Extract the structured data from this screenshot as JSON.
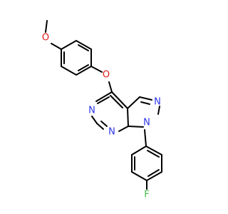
{
  "molecule": {
    "atoms": {
      "methoxy_oxygen": "O",
      "ether_oxygen": "O",
      "pyrimidine_n_top": "N",
      "pyrimidine_n_bottom": "N",
      "pyrazole_n_top": "N",
      "pyrazole_n_bottom": "N",
      "fluorine": "F"
    }
  },
  "colors": {
    "nitrogen": "#2a35e8",
    "oxygen": "#e21a1a",
    "fluorine": "#40c040",
    "carbon_bond": "#000000"
  }
}
